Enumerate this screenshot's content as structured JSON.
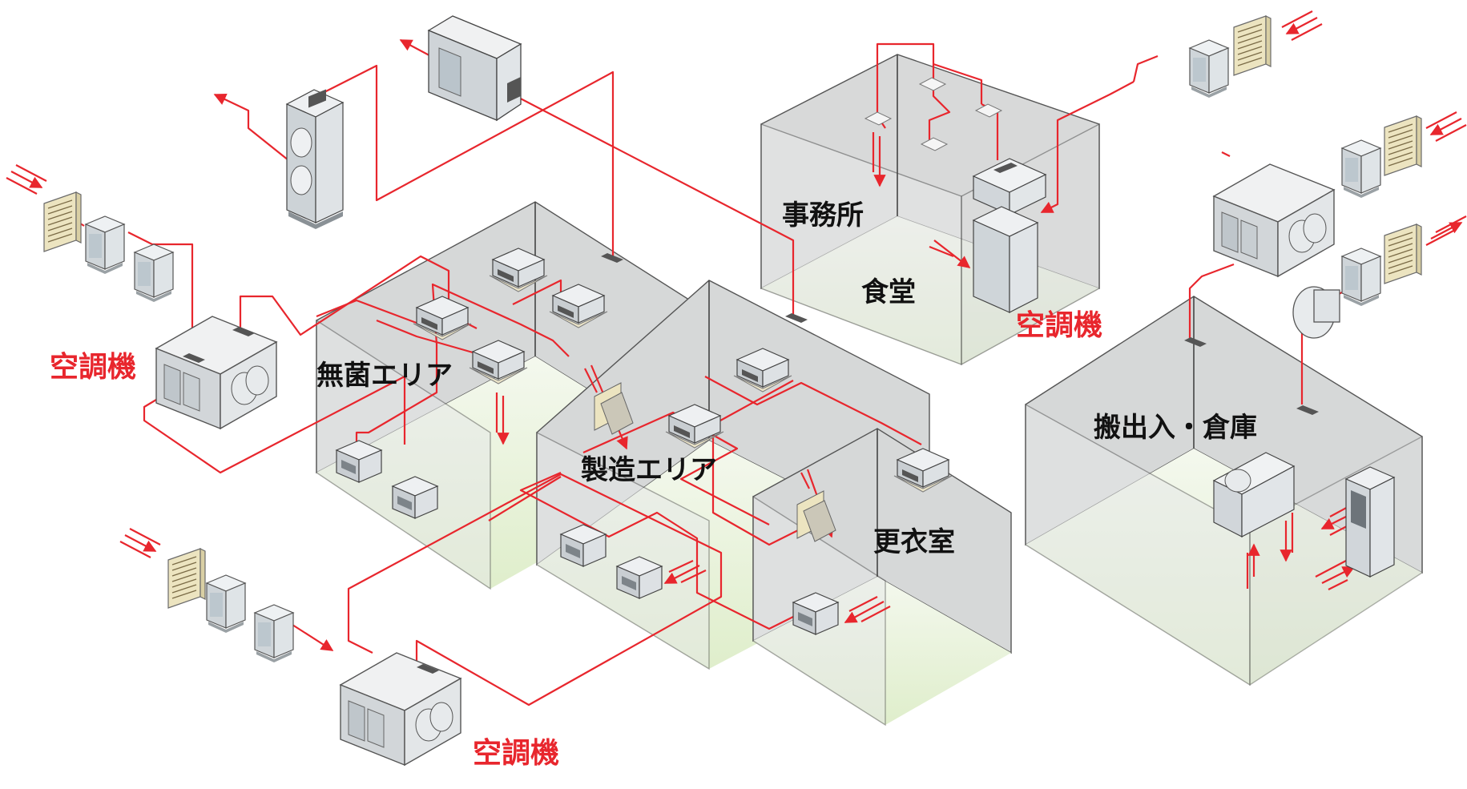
{
  "labels": {
    "office": "事務所",
    "cafeteria": "食堂",
    "sterile_area": "無菌エリア",
    "manufacturing_area": "製造エリア",
    "locker_room": "更衣室",
    "shipping_warehouse": "搬出入・倉庫"
  },
  "ahu_labels": {
    "ahu_office": "空調機",
    "ahu_left": "空調機",
    "ahu_bottom": "空調機"
  },
  "colors": {
    "duct": "#e8262d",
    "ahu_label": "#e8262d",
    "room_wall": "#c9cbcc",
    "room_floor": "#e6f1d6",
    "louver": "#ece4c0"
  },
  "icons": [
    "air-handling-unit-icon",
    "fan-coil-unit-icon",
    "outdoor-louver-icon",
    "ceiling-diffuser-icon",
    "exhaust-fan-icon",
    "airflow-arrow-icon"
  ]
}
